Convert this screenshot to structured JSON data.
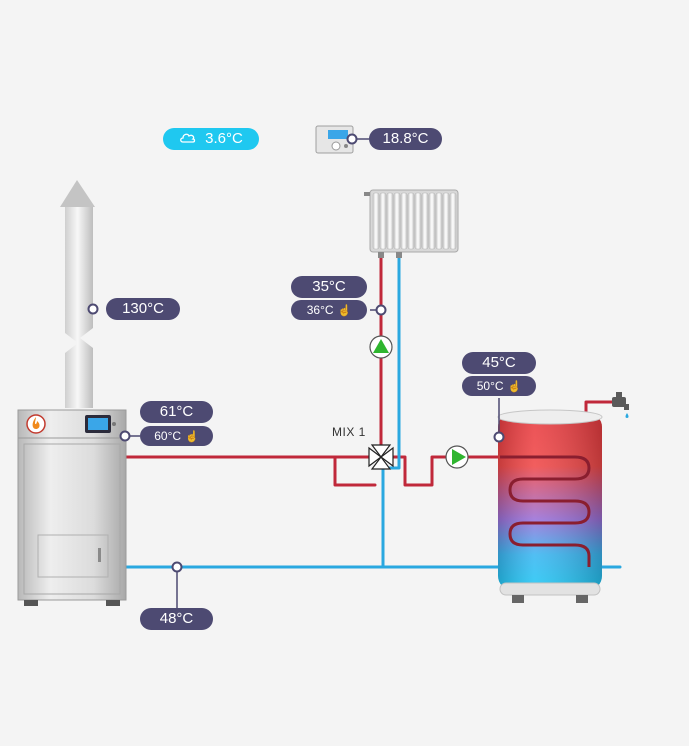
{
  "outdoor": {
    "temperature": "3.6°C",
    "icon": "cloud-icon"
  },
  "room_thermostat": {
    "temperature": "18.8°C",
    "icon": "thermostat-icon"
  },
  "chimney": {
    "temperature": "130°C"
  },
  "boiler": {
    "temperature": "61°C",
    "setpoint": "60°C",
    "icon": "flame-icon"
  },
  "radiator_circuit": {
    "temperature": "35°C",
    "setpoint": "36°C"
  },
  "mixer": {
    "label": "MIX 1"
  },
  "hot_water_tank": {
    "temperature": "45°C",
    "setpoint": "50°C"
  },
  "return_line": {
    "temperature": "48°C"
  },
  "colors": {
    "hot_pipe": "#c0283a",
    "cold_pipe": "#2aa8e0",
    "label_bg": "#4d4a72",
    "outdoor_bg": "#1fc8f0",
    "pump": "#2fb52f"
  }
}
